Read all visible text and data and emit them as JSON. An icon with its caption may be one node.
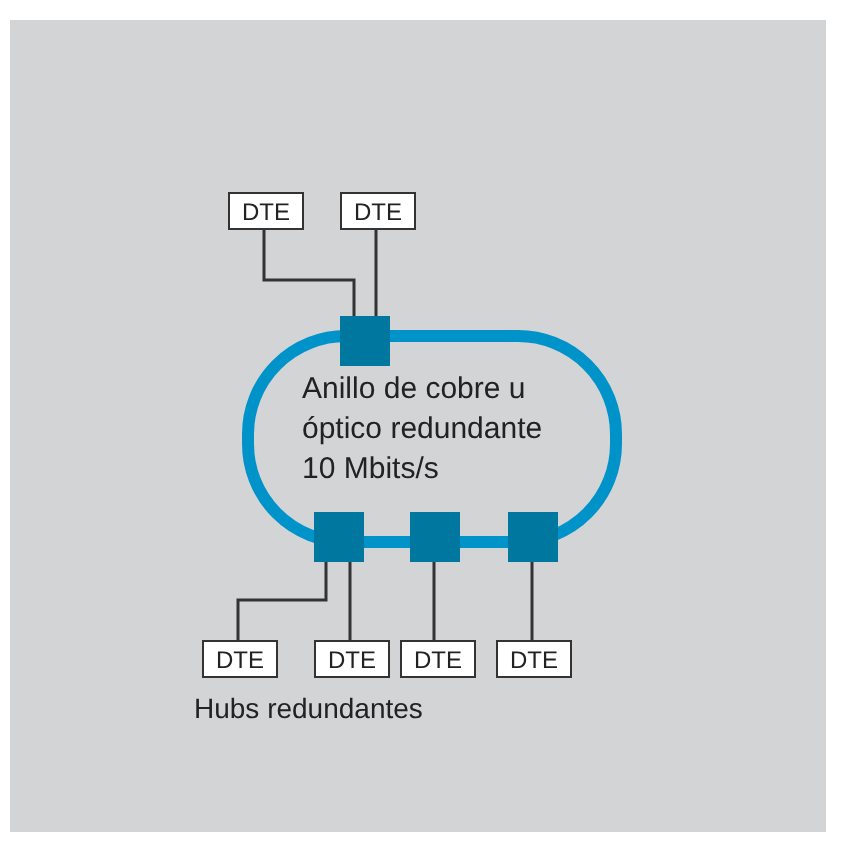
{
  "diagram": {
    "nodes": [
      {
        "text": [
          "DTE"
        ]
      },
      {
        "text": [
          "DTE"
        ]
      },
      {
        "text": [
          "Anillo de cobre u óptico redundante 10 Mbits/s"
        ]
      },
      {
        "text": [],
        "shape": "box"
      },
      {
        "text": [],
        "shape": "box"
      },
      {
        "text": [],
        "shape": "box"
      },
      {
        "text": [],
        "shape": "box"
      },
      {
        "text": [
          "DTE"
        ]
      },
      {
        "text": [
          "DTE"
        ]
      },
      {
        "text": [
          "DTE"
        ]
      },
      {
        "text": [
          "DTE"
        ]
      }
    ],
    "edges": [
      {
        "from": 0,
        "to": 3,
        "arrow": "none"
      },
      {
        "from": 1,
        "to": 3,
        "arrow": "none"
      },
      {
        "from": 4,
        "to": 7,
        "arrow": "none"
      },
      {
        "from": 4,
        "to": 8,
        "arrow": "none"
      },
      {
        "from": 5,
        "to": 9,
        "arrow": "none"
      },
      {
        "from": 6,
        "to": 10,
        "arrow": "none"
      }
    ],
    "labels": [
      "Hubs redundantes"
    ]
  }
}
